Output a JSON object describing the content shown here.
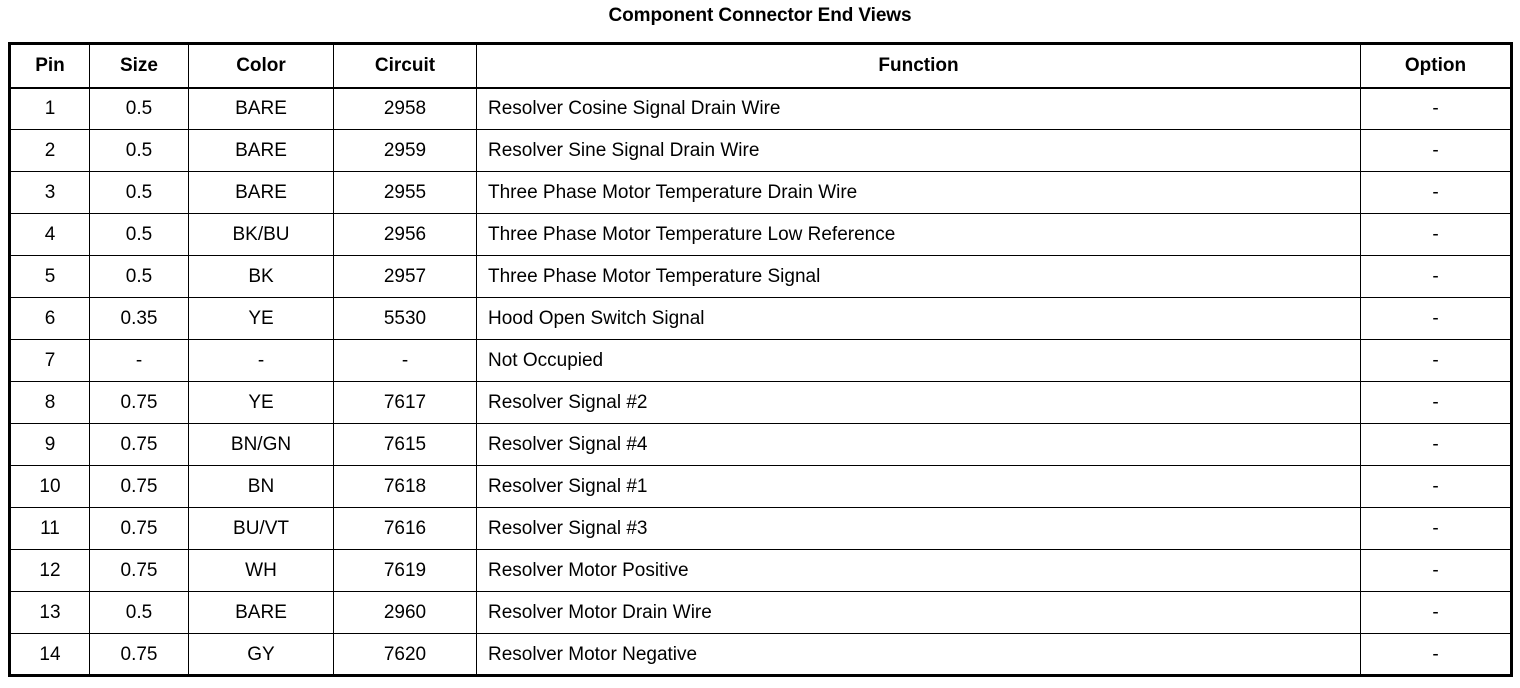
{
  "document": {
    "title": "Component Connector End Views"
  },
  "table": {
    "columns": [
      {
        "key": "pin",
        "label": "Pin"
      },
      {
        "key": "size",
        "label": "Size"
      },
      {
        "key": "color",
        "label": "Color"
      },
      {
        "key": "circuit",
        "label": "Circuit"
      },
      {
        "key": "function",
        "label": "Function"
      },
      {
        "key": "option",
        "label": "Option"
      }
    ],
    "rows": [
      {
        "pin": "1",
        "size": "0.5",
        "color": "BARE",
        "circuit": "2958",
        "function": "Resolver Cosine Signal Drain Wire",
        "option": "-"
      },
      {
        "pin": "2",
        "size": "0.5",
        "color": "BARE",
        "circuit": "2959",
        "function": "Resolver Sine Signal Drain Wire",
        "option": "-"
      },
      {
        "pin": "3",
        "size": "0.5",
        "color": "BARE",
        "circuit": "2955",
        "function": "Three Phase Motor Temperature Drain Wire",
        "option": "-"
      },
      {
        "pin": "4",
        "size": "0.5",
        "color": "BK/BU",
        "circuit": "2956",
        "function": "Three Phase Motor Temperature Low Reference",
        "option": "-"
      },
      {
        "pin": "5",
        "size": "0.5",
        "color": "BK",
        "circuit": "2957",
        "function": "Three Phase Motor Temperature Signal",
        "option": "-"
      },
      {
        "pin": "6",
        "size": "0.35",
        "color": "YE",
        "circuit": "5530",
        "function": "Hood Open Switch Signal",
        "option": "-"
      },
      {
        "pin": "7",
        "size": "-",
        "color": "-",
        "circuit": "-",
        "function": "Not Occupied",
        "option": "-"
      },
      {
        "pin": "8",
        "size": "0.75",
        "color": "YE",
        "circuit": "7617",
        "function": "Resolver Signal #2",
        "option": "-"
      },
      {
        "pin": "9",
        "size": "0.75",
        "color": "BN/GN",
        "circuit": "7615",
        "function": "Resolver Signal #4",
        "option": "-"
      },
      {
        "pin": "10",
        "size": "0.75",
        "color": "BN",
        "circuit": "7618",
        "function": "Resolver Signal #1",
        "option": "-"
      },
      {
        "pin": "11",
        "size": "0.75",
        "color": "BU/VT",
        "circuit": "7616",
        "function": "Resolver Signal #3",
        "option": "-"
      },
      {
        "pin": "12",
        "size": "0.75",
        "color": "WH",
        "circuit": "7619",
        "function": "Resolver Motor Positive",
        "option": "-"
      },
      {
        "pin": "13",
        "size": "0.5",
        "color": "BARE",
        "circuit": "2960",
        "function": "Resolver Motor Drain Wire",
        "option": "-"
      },
      {
        "pin": "14",
        "size": "0.75",
        "color": "GY",
        "circuit": "7620",
        "function": "Resolver Motor Negative",
        "option": "-"
      }
    ]
  },
  "colors": {
    "text": "#000000",
    "background": "#ffffff",
    "border": "#000000"
  }
}
